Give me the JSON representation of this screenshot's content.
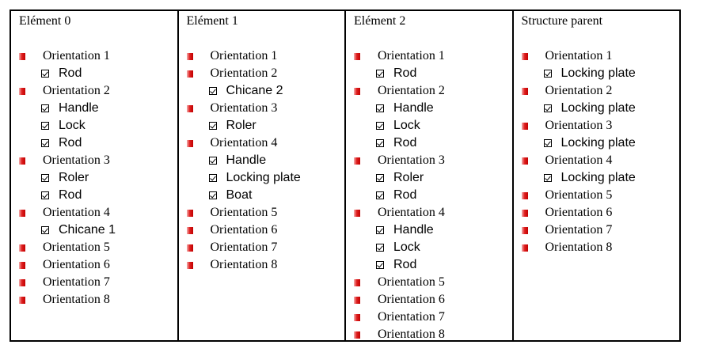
{
  "columns": [
    {
      "title": "Elément 0",
      "orientations": [
        {
          "label": "Orientation 1",
          "items": [
            "Rod"
          ]
        },
        {
          "label": "Orientation 2",
          "items": [
            "Handle",
            "Lock",
            "Rod"
          ]
        },
        {
          "label": "Orientation 3",
          "items": [
            "Roler",
            "Rod"
          ]
        },
        {
          "label": "Orientation 4",
          "items": [
            "Chicane 1"
          ]
        },
        {
          "label": "Orientation 5",
          "items": []
        },
        {
          "label": "Orientation 6",
          "items": []
        },
        {
          "label": "Orientation 7",
          "items": []
        },
        {
          "label": "Orientation 8",
          "items": []
        }
      ]
    },
    {
      "title": "Elément 1",
      "orientations": [
        {
          "label": "Orientation 1",
          "items": []
        },
        {
          "label": "Orientation 2",
          "items": [
            "Chicane 2"
          ]
        },
        {
          "label": "Orientation 3",
          "items": [
            "Roler"
          ]
        },
        {
          "label": "Orientation 4",
          "items": [
            "Handle",
            "Locking plate",
            "Boat"
          ]
        },
        {
          "label": "Orientation 5",
          "items": []
        },
        {
          "label": "Orientation 6",
          "items": []
        },
        {
          "label": "Orientation 7",
          "items": []
        },
        {
          "label": "Orientation 8",
          "items": []
        }
      ]
    },
    {
      "title": "Elément 2",
      "orientations": [
        {
          "label": "Orientation 1",
          "items": [
            "Rod"
          ]
        },
        {
          "label": "Orientation 2",
          "items": [
            "Handle",
            "Lock",
            "Rod"
          ]
        },
        {
          "label": "Orientation 3",
          "items": [
            "Roler",
            "Rod"
          ]
        },
        {
          "label": "Orientation 4",
          "items": [
            "Handle",
            "Lock",
            "Rod"
          ]
        },
        {
          "label": "Orientation 5",
          "items": []
        },
        {
          "label": "Orientation 6",
          "items": []
        },
        {
          "label": "Orientation 7",
          "items": []
        },
        {
          "label": "Orientation 8",
          "items": []
        }
      ]
    },
    {
      "title": "Structure parent",
      "orientations": [
        {
          "label": "Orientation 1",
          "items": [
            "Locking plate"
          ]
        },
        {
          "label": "Orientation 2",
          "items": [
            "Locking plate"
          ]
        },
        {
          "label": "Orientation 3",
          "items": [
            "Locking plate"
          ]
        },
        {
          "label": "Orientation 4",
          "items": [
            "Locking plate"
          ]
        },
        {
          "label": "Orientation 5",
          "items": []
        },
        {
          "label": "Orientation 6",
          "items": []
        },
        {
          "label": "Orientation 7",
          "items": []
        },
        {
          "label": "Orientation 8",
          "items": []
        }
      ]
    }
  ],
  "colors": {
    "bullet": "#e02020",
    "border": "#000000"
  },
  "icons": {
    "bullet": "red-square-bullet-icon",
    "check": "checkbox-checked-icon"
  }
}
